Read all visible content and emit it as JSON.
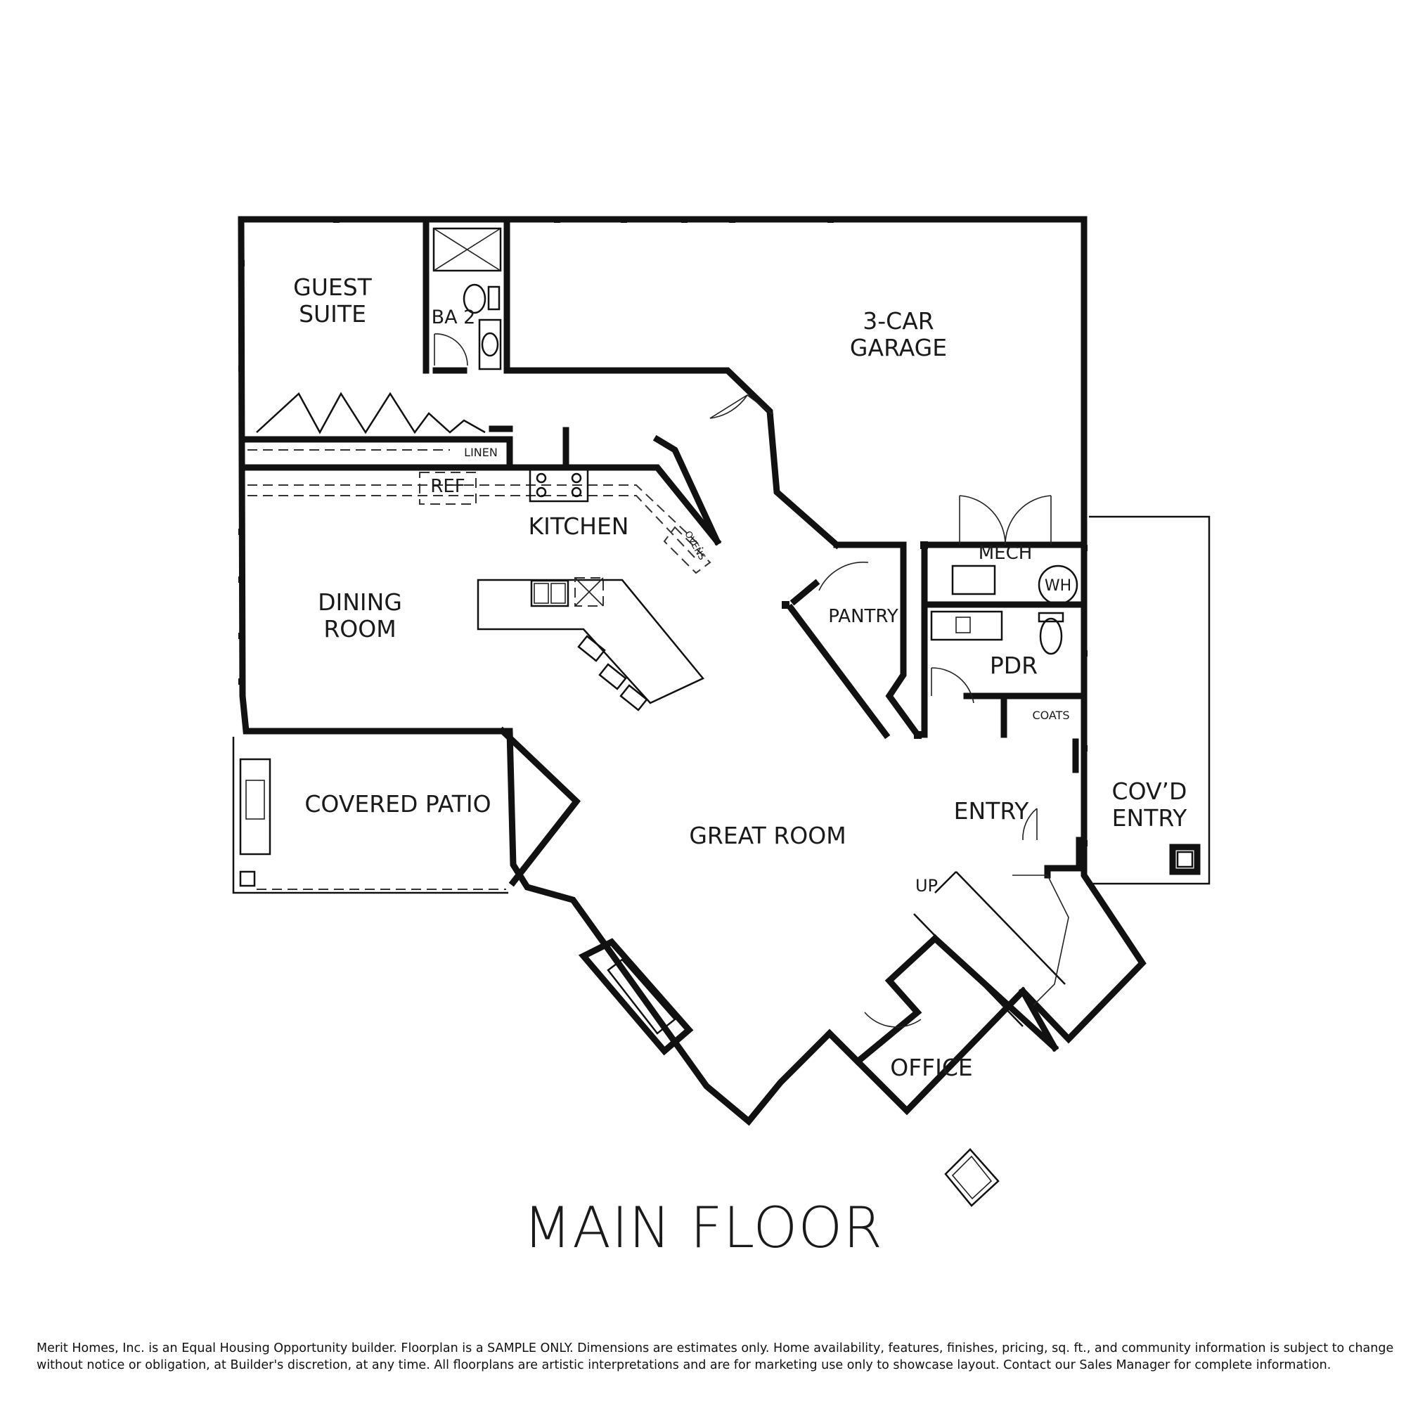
{
  "plan_title": "MAIN FLOOR",
  "rooms": {
    "guest_suite": [
      "GUEST",
      "SUITE"
    ],
    "ba2": "BA 2",
    "garage": [
      "3-CAR",
      "GARAGE"
    ],
    "linen": "LINEN",
    "ref": "REF",
    "kitchen": "KITCHEN",
    "ovens": "OVENS",
    "dining_room": [
      "DINING",
      "ROOM"
    ],
    "mech": "MECH",
    "wh": "WH",
    "pantry": "PANTRY",
    "pdr": "PDR",
    "coats": "COATS",
    "covered_patio": "COVERED PATIO",
    "great_room": "GREAT ROOM",
    "entry": "ENTRY",
    "covd_entry": [
      "COV’D",
      "ENTRY"
    ],
    "up": "UP",
    "office": "OFFICE"
  },
  "disclaimer": [
    "Merit Homes, Inc. is an Equal Housing Opportunity builder. Floorplan is a SAMPLE ONLY. Dimensions are estimates only. Home availability, features, finishes, pricing, sq. ft., and community information is subject to change",
    "without notice or obligation, at Builder's discretion, at any time. All floorplans are artistic interpretations and are for marketing use only to showcase layout. Contact our Sales Manager for complete information."
  ]
}
